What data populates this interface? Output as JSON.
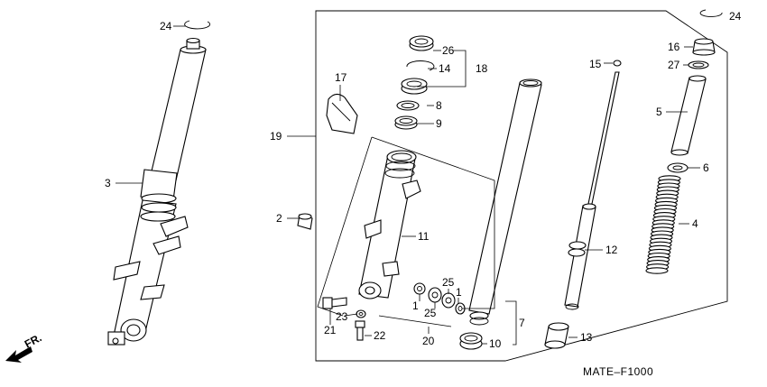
{
  "diagram": {
    "code": "MATE–F1000",
    "direction_label": "FR.",
    "callouts": {
      "c24_left": "24",
      "c3": "3",
      "c17": "17",
      "c19": "19",
      "c2": "2",
      "c26": "26",
      "c14": "14",
      "c18": "18",
      "c8": "8",
      "c9": "9",
      "c11": "11",
      "c25a": "25",
      "c1a": "1",
      "c1b": "1",
      "c25b": "25",
      "c23": "23",
      "c21": "21",
      "c22": "22",
      "c20": "20",
      "c7": "7",
      "c10": "10",
      "c15": "15",
      "c12": "12",
      "c13": "13",
      "c16": "16",
      "c27": "27",
      "c5": "5",
      "c6": "6",
      "c4": "4",
      "c24_right": "24"
    }
  }
}
